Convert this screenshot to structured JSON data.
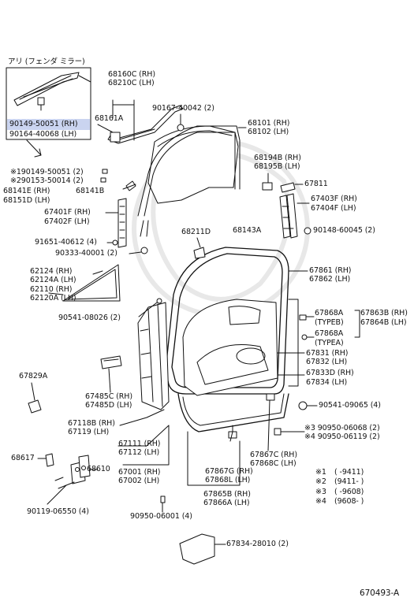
{
  "colors": {
    "ink": "#111111",
    "highlight": "#3f63c8",
    "watermark": "#e6e6e6"
  },
  "inset_title": "アリ (フェンダ ミラー)",
  "diagram_id": "670493-A",
  "labels": {
    "p68160c": "68160C (RH)",
    "p68210c": "68210C (LH)",
    "p68161a": "68161A",
    "p90167": "90167-40042 (2)",
    "p68101": "68101 (RH)",
    "p68102": "68102 (LH)",
    "p90149_50051": "90149-50051 (RH)",
    "p90164": "90164-40068 (LH)",
    "p68194b": "68194B (RH)",
    "p68195b": "68195B (LH)",
    "pr190149": "※190149-50051 (2)",
    "pr290153": "※290153-50014 (2)",
    "p68141e": "68141E (RH)",
    "p68141b": "68141B",
    "p68151d": "68151D (LH)",
    "p67811": "67811",
    "p67403f": "67403F (RH)",
    "p67404f": "67404F (LH)",
    "p67401f": "67401F (RH)",
    "p67402f": "67402F (LH)",
    "p68211d": "68211D",
    "p68143a": "68143A",
    "p90148": "90148-60045 (2)",
    "p91651": "91651-40612 (4)",
    "p90333": "90333-40001 (2)",
    "p62124": "62124 (RH)",
    "p62124a": "62124A (LH)",
    "p62110": "62110 (RH)",
    "p62120a": "62120A (LH)",
    "p67861": "67861 (RH)",
    "p67862": "67862 (LH)",
    "p90541_08026": "90541-08026 (2)",
    "p67868a_b": "67868A",
    "p_typeb": "(TYPEB)",
    "p67863b": "67863B (RH)",
    "p67864b": "67864B (LH)",
    "p67868a_a": "67868A",
    "p_typea": "(TYPEA)",
    "p67831": "67831 (RH)",
    "p67832": "67832 (LH)",
    "p67833d": "67833D (RH)",
    "p67834": "67834 (LH)",
    "p67829a": "67829A",
    "p67485c": "67485C (RH)",
    "p67485d": "67485D (LH)",
    "p67118b": "67118B (RH)",
    "p67119": "67119 (LH)",
    "p90541_09065": "90541-09065 (4)",
    "p67111": "67111 (RH)",
    "p67112": "67112 (LH)",
    "p90950_06068": "※3 90950-06068 (2)",
    "p90950_06119": "※4 90950-06119 (2)",
    "p67867c": "67867C (RH)",
    "p67868c": "67868C (LH)",
    "p68617": "68617",
    "p68610": "68610",
    "p67001": "67001 (RH)",
    "p67002": "67002 (LH)",
    "p67867g": "67867G (RH)",
    "p67868l": "67868L (LH)",
    "p67865b": "67865B (RH)",
    "p67866a": "67866A (LH)",
    "p90119": "90119-06550 (4)",
    "p90950_06001": "90950-06001 (4)",
    "p67834_28010": "67834-28010 (2)"
  },
  "footnotes": [
    {
      "mark": "※1",
      "range": "(        -9411)"
    },
    {
      "mark": "※2",
      "range": "(9411-        )"
    },
    {
      "mark": "※3",
      "range": "(        -9608)"
    },
    {
      "mark": "※4",
      "range": "(9608-        )"
    }
  ]
}
